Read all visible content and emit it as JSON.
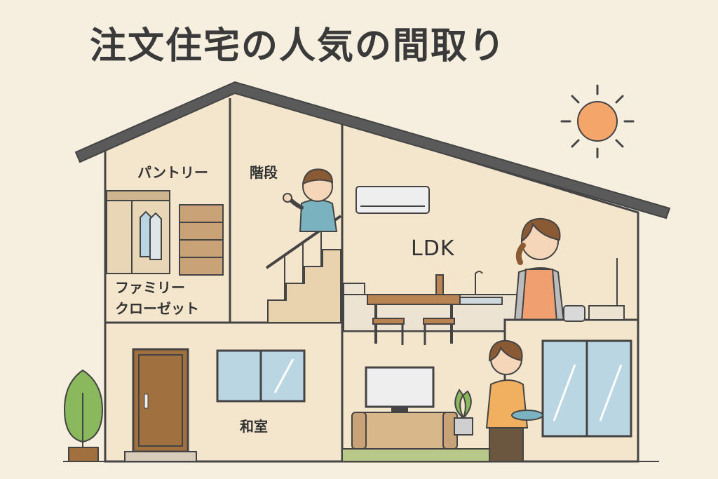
{
  "title": "注文住宅の人気の間取り",
  "rooms": {
    "pantry": "パントリー",
    "stairs": "階段",
    "ldk": "LDK",
    "closet_line1": "ファミリー",
    "closet_line2": "クローゼット",
    "washitsu": "和室"
  },
  "icons": [
    "sun-icon",
    "tree-icon",
    "air-conditioner-icon",
    "tv-icon",
    "potted-plant-icon"
  ],
  "colors": {
    "background": "#f6efe0",
    "roof": "#5a5a5a",
    "wall": "#f3e6cc",
    "line": "#444444",
    "sun": "#f3a56a",
    "tree": "#8ab85c",
    "door": "#a0713f",
    "window": "#b9d6e2",
    "apron": "#f0a070",
    "shirt_boy": "#7ab3bf"
  }
}
